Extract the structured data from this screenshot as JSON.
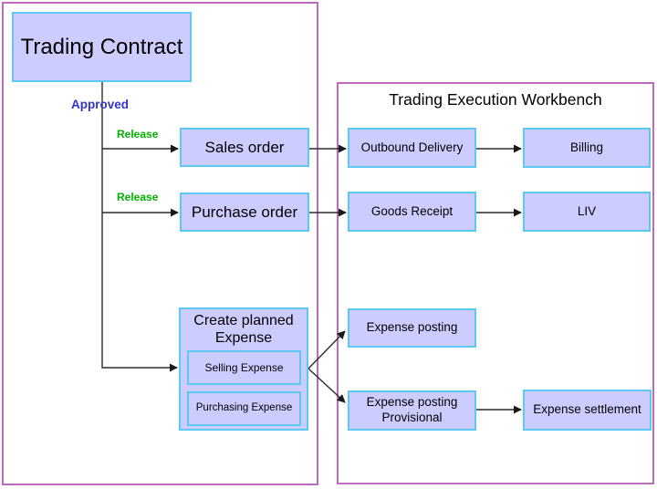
{
  "diagram": {
    "left_panel": {
      "nodes": {
        "trading_contract": {
          "label": "Trading Contract"
        },
        "sales_order": {
          "label": "Sales order"
        },
        "purchase_order": {
          "label": "Purchase order"
        },
        "create_planned_expense": {
          "label": "Create planned Expense",
          "children": {
            "selling_expense": {
              "label": "Selling Expense"
            },
            "purchasing_expense": {
              "label": "Purchasing Expense"
            }
          }
        }
      },
      "edge_labels": {
        "approved": "Approved",
        "release_sales": "Release",
        "release_purchase": "Release"
      }
    },
    "right_panel": {
      "title": "Trading Execution Workbench",
      "nodes": {
        "outbound_delivery": {
          "label": "Outbound Delivery"
        },
        "billing": {
          "label": "Billing"
        },
        "goods_receipt": {
          "label": "Goods Receipt"
        },
        "liv": {
          "label": "LIV"
        },
        "expense_posting": {
          "label": "Expense posting"
        },
        "expense_posting_provisional": {
          "label": "Expense posting Provisional"
        },
        "expense_settlement": {
          "label": "Expense settlement"
        }
      }
    },
    "colors": {
      "node_fill": "#ccccff",
      "node_border": "#5cc9f2",
      "panel_border": "#c06ac0",
      "panel_fill": "#ffffff",
      "connector": "#2b2b2b",
      "approved_label": "#3333cc",
      "release_label": "#00b300",
      "text": "#000000"
    }
  }
}
